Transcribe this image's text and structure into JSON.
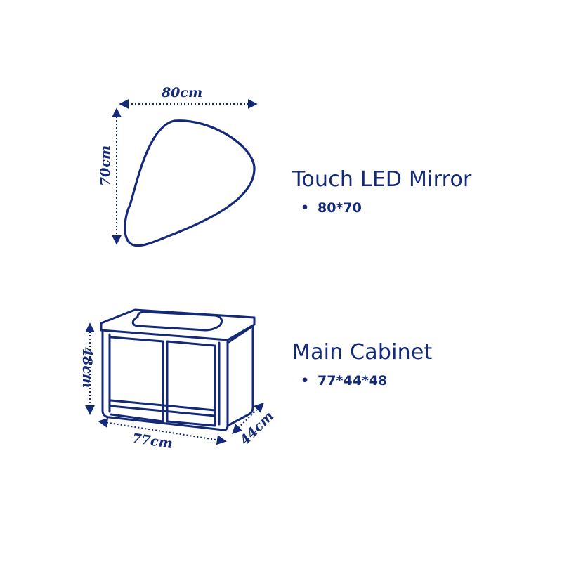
{
  "theme": {
    "ink": "#142a78",
    "background": "#ffffff"
  },
  "mirror": {
    "title": "Touch LED Mirror",
    "spec": "80*70",
    "width_label": "80cm",
    "height_label": "70cm"
  },
  "cabinet": {
    "title": "Main Cabinet",
    "spec": "77*44*48",
    "width_label": "77cm",
    "depth_label": "44cm",
    "height_label": "48cm"
  },
  "bullet": "•"
}
